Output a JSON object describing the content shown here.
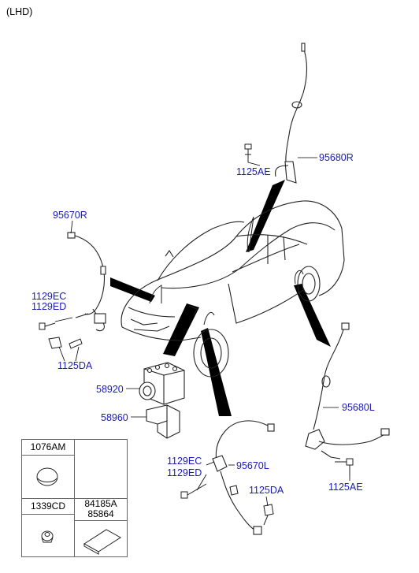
{
  "header": {
    "variant": "(LHD)"
  },
  "labels": {
    "p95680R": "95680R",
    "p1125AE_top": "1125AE",
    "p95670R": "95670R",
    "p1129EC_left": "1129EC",
    "p1129ED_left": "1129ED",
    "p1125DA_left": "1125DA",
    "p58920": "58920",
    "p58960": "58960",
    "p95680L": "95680L",
    "p1129EC_bottom": "1129EC",
    "p1129ED_bottom": "1129ED",
    "p95670L": "95670L",
    "p1125DA_bottom": "1125DA",
    "p1125AE_bottom": "1125AE"
  },
  "legend_table": {
    "cell1": "1076AM",
    "cell2": "1339CD",
    "cell3_line1": "84185A",
    "cell3_line2": "85864"
  },
  "colors": {
    "label": "#1a1ab8",
    "line": "#222222",
    "leader": "#000000"
  }
}
